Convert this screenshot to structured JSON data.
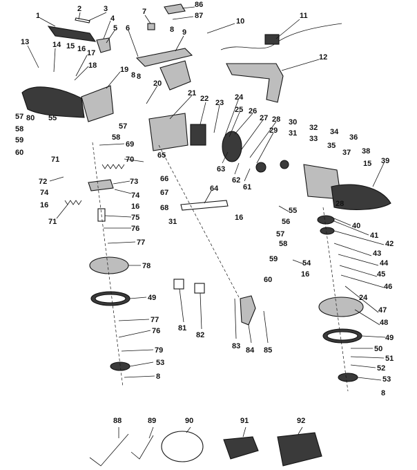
{
  "labels": {
    "l1": "1",
    "l2": "2",
    "l3": "3",
    "l4": "4",
    "l5": "5",
    "l6": "6",
    "l7": "7",
    "l8a": "8",
    "l8b": "8",
    "l8c": "8",
    "l8d": "8",
    "l8e": "8",
    "l9": "9",
    "l10": "10",
    "l11": "11",
    "l12": "12",
    "l13": "13",
    "l14": "14",
    "l15a": "15",
    "l15b": "15",
    "l16a": "16",
    "l16b": "16",
    "l16c": "16",
    "l16d": "16",
    "l16e": "16",
    "l17": "17",
    "l18": "18",
    "l19": "19",
    "l20": "20",
    "l21": "21",
    "l22": "22",
    "l23": "23",
    "l24a": "24",
    "l24b": "24",
    "l25": "25",
    "l26": "26",
    "l27": "27",
    "l28a": "28",
    "l28b": "28",
    "l29": "29",
    "l30": "30",
    "l31a": "31",
    "l31b": "31",
    "l32": "32",
    "l33": "33",
    "l34": "34",
    "l35": "35",
    "l36": "36",
    "l37": "37",
    "l38": "38",
    "l39": "39",
    "l40": "40",
    "l41": "41",
    "l42": "42",
    "l43": "43",
    "l44": "44",
    "l45": "45",
    "l46": "46",
    "l47": "47",
    "l48": "48",
    "l49a": "49",
    "l49b": "49",
    "l50": "50",
    "l51": "51",
    "l52": "52",
    "l53a": "53",
    "l53b": "53",
    "l54": "54",
    "l55a": "55",
    "l55b": "55",
    "l56": "56",
    "l57a": "57",
    "l57b": "57",
    "l57c": "57",
    "l58a": "58",
    "l58b": "58",
    "l58c": "58",
    "l59a": "59",
    "l59b": "59",
    "l60a": "60",
    "l60b": "60",
    "l61": "61",
    "l62": "62",
    "l63": "63",
    "l64": "64",
    "l65": "65",
    "l66": "66",
    "l67": "67",
    "l68": "68",
    "l69": "69",
    "l70": "70",
    "l71a": "71",
    "l71b": "71",
    "l72": "72",
    "l73": "73",
    "l74a": "74",
    "l74b": "74",
    "l75": "75",
    "l76a": "76",
    "l76b": "76",
    "l77a": "77",
    "l77b": "77",
    "l78": "78",
    "l79": "79",
    "l80": "80",
    "l81": "81",
    "l82": "82",
    "l83": "83",
    "l84": "84",
    "l85": "85",
    "l86": "86",
    "l87": "87",
    "l88": "88",
    "l89": "89",
    "l90": "90",
    "l91": "91",
    "l92": "92"
  }
}
